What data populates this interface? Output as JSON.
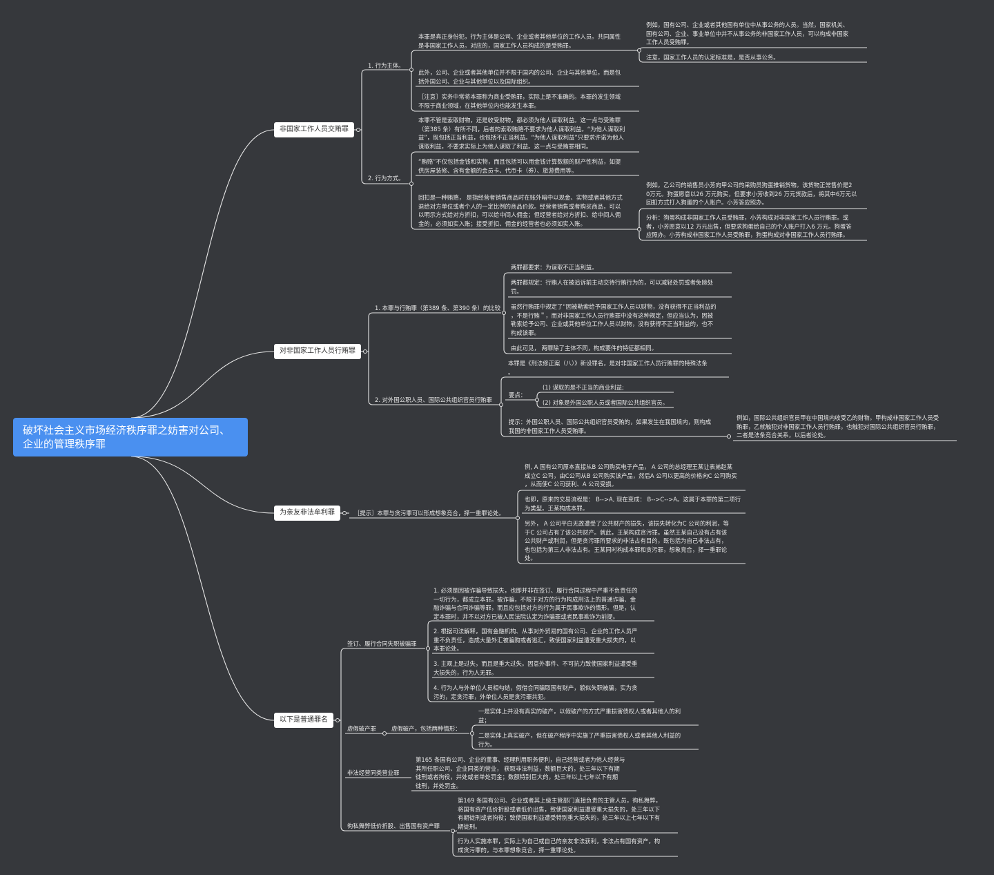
{
  "root": "破坏社会主义市场经济秩序罪之妨害对公司、企业的管理秩序罪",
  "branches": {
    "b1": {
      "title": "非国家工作人员交贿罪",
      "sub1": {
        "label": "1. 行为主体。",
        "t1": "本罪是真正身份犯，行为主体是公司、企业或者其他单位的工作人员。共同属性\n是非国家工作人员。对应的，国家工作人员构成的是受贿罪。",
        "t1a": "例如，国有公司、企业或者其他国有单位中从事公务的人员。当然，国家机关、\n国有公司、企业、事业单位中并不从事公务的非国家工作人员，可以构成非国家\n工作人员受贿罪。",
        "t1b": "注意，国家工作人员的认定标准是，是否从事公务。",
        "t2": "此外，公司、企业或者其他单位并不限于国内的公司、企业与其他单位，而是包\n括外国公司、企业与其他单位以及国际组织。",
        "t3": "［注意］实务中常将本罪称为商业受贿罪，实际上是不准确的。本罪的发生领域\n不限于商业领域，在其他单位内也能发生本罪。"
      },
      "sub2": {
        "label": "2. 行为方式。",
        "t1": "本罪不管是索取财物，还是收受财物，都必须为他人谋取利益。这一点与受贿罪\n（第385 条）有所不同，后者的索取贿赂不要求为他人谋取利益。“为他人谋取利\n益”，既包括正当利益，也包括不正当利益。“为他人谋取利益”只要求许诺为他人\n谋取利益，不要求实际上为他人谋取了利益。这一点与受贿罪相同。",
        "t2": "“贿赂”不仅包括金钱和实物，而且包括可以用金钱计算数额的财产性利益，如提\n供房屋装修、含有金额的会员卡、代币卡（券）、旅游费用等。",
        "t3": "回扣是一种贿赂， 是指经营者销售商品时在账外暗中以现金、实物或者其他方式\n退给对方单位或者个人的一定比例的商品价款。经营者销售或者购买商品，可以\n以明示方式给对方折扣，可以给中间人佣金；但经营者给对方折扣、给中间人佣\n金的，必须如实入账；接受折扣、佣金的经营者也必须如实入账。",
        "t3a": "例如，乙公司的销售员小芳向甲公司的采购员狗蛋推销货物。该货物正常售价是2\n0万元。狗蛋愿意以26 万元购买，但要求小芳收到26 万元货款后，将其中6万元以\n回扣方式打入狗蛋的个人账户。小芳答应照办。",
        "t3b": "分析：狗蛋构成非国家工作人员受贿罪，小芳构成对非国家工作人员行贿罪。或\n者，小芳愿意以12 万元出售，但要求狗蛋给自己的个人账户打入6 万元。狗蛋答\n应照办。小芳构成非国家工作人员受贿罪，狗蛋构成对非国家工作人员行贿罪。"
      }
    },
    "b2": {
      "title": "对非国家工作人员行贿罪",
      "sub1": {
        "label": "1. 本罪与行贿罪（第389 条、第390 条）的比较",
        "t1": "两罪都要求：为谋取不正当利益。",
        "t2": "两罪都规定：行贿人在被追诉前主动交待行贿行为的，可以减轻处罚或者免除处\n罚。",
        "t3": "虽然行贿罪中规定了“因被勒索给予国家工作人员以财物，没有获得不正当利益的\n，不是行贿＂，而对非国家工作人员行贿罪中没有这种规定，但应当认为，因被\n勒索给予公司、企业或其他单位工作人员以财物，没有获得不正当利益的，也不\n构成该罪。",
        "t4": "由此可见， 两罪除了主体不同，构成要件的特征都相同。"
      },
      "sub2": {
        "label": "2. 对外国公职人员、国际公共组织官员行贿罪",
        "t1": "本罪是《刑法修正案（八）》新设罪名，是对非国家工作人员行贿罪的特殊法条\n。",
        "key_label": "要点：",
        "k1": "(1) 谋取的是不正当的商业利益;",
        "k2": "(2) 对象是外国公职人员或者国际公共组织官员。",
        "t2": "提示：外国公职人员、国际公共组织官员受贿的，如果发生在我国境内，则构成\n我国的非国家工作人员受贿罪。",
        "t2a": "例如，国际公共组织官员甲在中国境内收受乙的财物。甲构成非国家工作人员受\n贿罪，乙就触犯对非国家工作人员行贿罪，也触犯对国际公共组织官员行贿罪，\n二者是法条竞合关系，以后者论处。"
      }
    },
    "b3": {
      "title": "为亲友非法牟利罪",
      "tip": "［提示］本罪与贪污罪可以形成想象竞合，择一重罪论处。",
      "t1": "例, A 国有公司原本直接从B 公司购买电子产品， A 公司的总经理王某让表弟赵某\n成立C 公司，由C公司从B 公司购买该产品，然后A 公司以更高的价格向C 公司购买\n，从而使C 公司获利、A 公司受损。",
      "t2": "也即，原来的交易流程是： B-->A, 现在变成： B-->C-->A。这属于本罪的第二项行\n为类型。王某构成本罪。",
      "t3": "另外， A 公司平白无故遭受了公共财产的损失，该损失转化为C 公司的利润，等\n于C 公司占有了该公共财产。就此，王某构成贪污罪。虽然王某自己没有占有该\n公共财产或利润，但是贪污罪所要求的非法占有目的，既包括为自己非法占有，\n也包括为第三人非法占有。王某同时构成本罪和贪污罪，想象竞合，择一重罪论\n处。"
    },
    "b4": {
      "title": "以下是普通罪名",
      "sub1": {
        "label": "签订、履行合同失职被骗罪",
        "t1": "1. 必须是因被诈骗导致损失，也即并非在签订、履行合同过程中严重不负责任的\n一切行为，都成立本罪。被诈骗，不限于对方的行为构成刑法上的普通诈骗、金\n融诈骗与合同诈骗等罪，而且应包括对方的行为属于民事欺诈的情形。但是，认\n定本罪时，并不以对方已被人民法院认定为诈骗罪或者民事欺诈为前提。",
        "t2": "2. 根据司法解释，国有金融机构、从事对外贸易的国有公司、企业的工作人员严\n重不负责任，造成大量外汇被骗购或者逃汇，致使国家利益遭受重大损失的，以\n本罪论处。",
        "t3": "3. 主观上是过失，而且是重大过失。因意外事件、不可抗力致使国家利益遭受重\n大损失的，行为人无罪。",
        "t4": "4. 行为人与外单位人员相勾结，假借合同骗取国有财产，貌似失职被骗，实为贪\n污的，定贪污罪，外单位人员是贪污罪共犯。"
      },
      "sub2": {
        "label": "虚假破产罪",
        "mid": "虚假破产，包括两种情形：",
        "t1": "一是实体上并没有真实的破产，以假破产的方式严重损害债权人或者其他人的利\n益；",
        "t2": "二是实体上真实破产，但在破产程序中实施了严重损害债权人或者其他人利益的\n行为。"
      },
      "sub3": {
        "label": "非法经营同类营业罪",
        "t1": "第165 条国有公司、企业的董事、经理利用职务便利，自己经营或者为他人经营与\n其所任职公司、企业同类的营业， 获取非法利益，数额巨大的，处三年以下有期\n徒刑或者拘役，并处或者单处罚金；数额特别巨大的，处三年以上七年以下有期\n徒刑，并处罚金。"
      },
      "sub4": {
        "label": "徇私舞弊低价折股、出售国有资产罪",
        "t1": "第169 条国有公司、企业或者其上级主管部门直接负责的主管人员，徇私舞弊，\n将国有资产低价折股或者低价出售，致使国家利益遭受重大损失的，处三年以下\n有期徒刑或者拘役；致使国家利益遭受特别重大损失的，处三年以上七年以下有\n期徒刑。",
        "t2": "行为人实施本罪，实际上为自己或自己的亲友非法获利，非法占有国有资产，构\n成贪污罪的，与本罪想象竞合，择一重罪论处。"
      }
    }
  },
  "colors": {
    "background": "#36383c",
    "root": "#4a90f0",
    "line": "#e6e6e6"
  }
}
